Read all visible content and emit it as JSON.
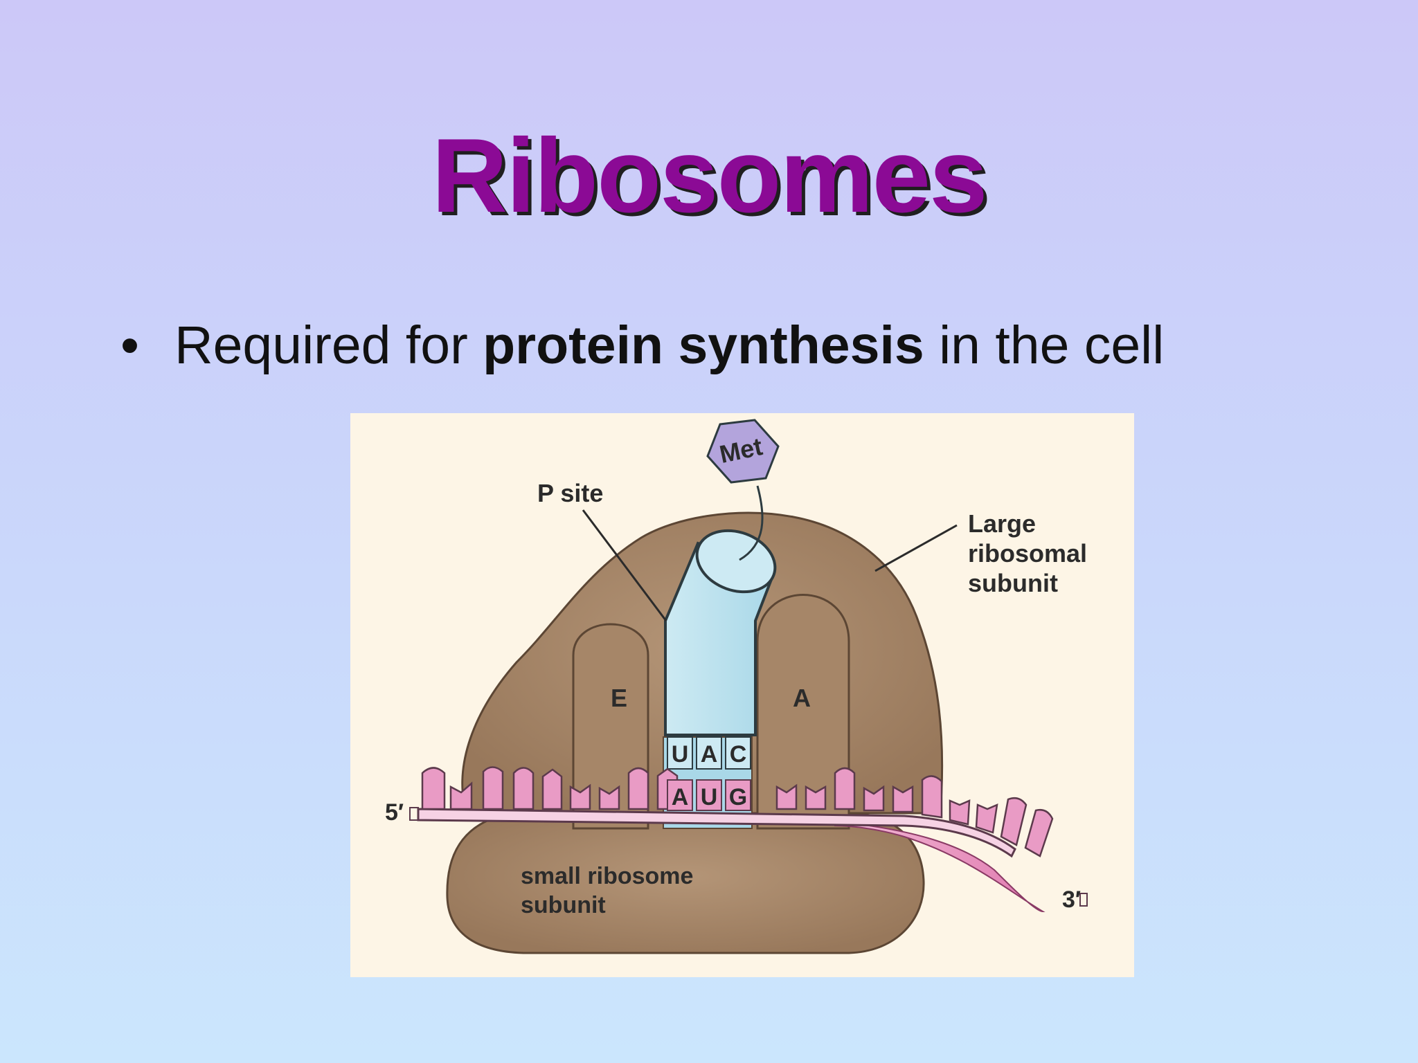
{
  "slide": {
    "title": "Ribosomes",
    "bullet": {
      "prefix": "Required for ",
      "bold": "protein synthesis",
      "suffix": " in the cell"
    }
  },
  "diagram": {
    "labels": {
      "met": "Met",
      "p_site": "P site",
      "large_subunit": [
        "Large",
        "ribosomal",
        "subunit"
      ],
      "small_subunit": [
        "small ribosome",
        "subunit"
      ],
      "e_site": "E",
      "a_site": "A",
      "anticodon": [
        "U",
        "A",
        "C"
      ],
      "codon": [
        "A",
        "U",
        "G"
      ],
      "five_prime": "5′",
      "three_prime": "3′"
    }
  },
  "colors": {
    "title": "#8b0a95",
    "ribosome": "#a58567",
    "trna": "#b9e2ee",
    "mrna": "#e99bc5",
    "diagram_bg": "#fdf5e6",
    "met": "#b3a4dc"
  }
}
